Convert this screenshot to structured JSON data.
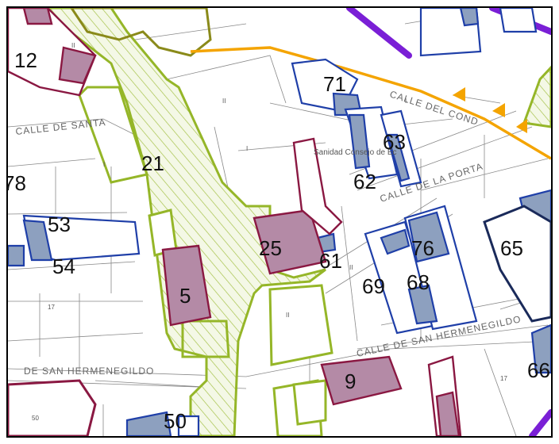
{
  "map": {
    "colors": {
      "hatch": "#9dbb3a",
      "hatch_line": "#a6c24a",
      "green_outline": "#95b628",
      "maroon": "#8a1842",
      "maroon_fill": "#b48aa6",
      "blue": "#1f3fa8",
      "blue_fill": "#8da0bf",
      "purple": "#7a1fd6",
      "orange": "#f4a400",
      "olive": "#8a8a1a",
      "navy": "#1a2a5a",
      "base_line": "#777777"
    },
    "labels": {
      "l12": "12",
      "l71": "71",
      "l63": "63",
      "l21": "21",
      "l78": "78",
      "l62": "62",
      "l53": "53",
      "l54": "54",
      "l25": "25",
      "l61": "61",
      "l76": "76",
      "l65": "65",
      "l69": "69",
      "l68": "68",
      "l5": "5",
      "l9": "9",
      "l50": "50",
      "l66": "66"
    },
    "streets": {
      "s1": "CALLE DE SANTA",
      "s2": "DE SAN HERMENEGILDO",
      "s3": "CALLE DE SAN HERMENEGILDO",
      "s4": "CALLE DE LA PORTA",
      "s5": "CALLE DEL COND"
    },
    "notes": {
      "n1": "Sanidad Consejo de Ec"
    }
  }
}
